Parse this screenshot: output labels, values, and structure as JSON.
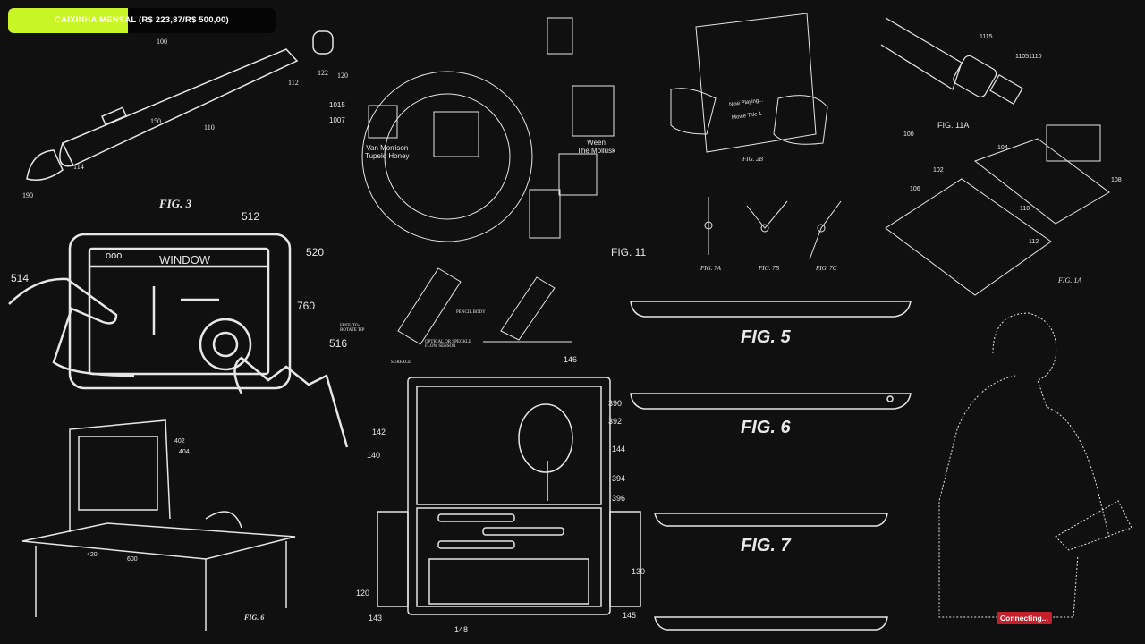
{
  "overlay": {
    "goal_label": "CAIXINHA MENSAL (R$ 223,87/R$ 500,00)",
    "goal_progress_percent": 44.8,
    "goal_fill_color": "#c8f526",
    "status_badge": "Connecting...",
    "status_color": "#c4202b"
  },
  "drawings": {
    "pencil": {
      "fig": "FIG. 3",
      "refs": [
        "100",
        "112",
        "122",
        "120",
        "150",
        "110",
        "114",
        "190"
      ]
    },
    "tablet_window": {
      "window_title": "WINDOW",
      "dots": "ooo",
      "refs": [
        "512",
        "520",
        "514",
        "760",
        "516"
      ]
    },
    "album_ring": {
      "fig": "FIG. 11",
      "refs": [
        "1015",
        "1007"
      ],
      "album_left": "Van Morrison\nTupelo Honey",
      "album_right": "Ween\nThe Mollusk"
    },
    "hands_tablet": {
      "fig": "FIG. 2B",
      "now_playing": "Now Playing...",
      "movie": "Movie Title 1"
    },
    "connector": {
      "fig": "FIG. 11A",
      "refs": [
        "1115",
        "1105",
        "1110"
      ]
    },
    "hinges": {
      "figs": [
        "FIG. 7A",
        "FIG. 7B",
        "FIG. 7C"
      ]
    },
    "smart_cover": {
      "fig": "FIG. 1A",
      "refs": [
        "100",
        "104",
        "102",
        "108",
        "106",
        "110",
        "112"
      ]
    },
    "pencil_sensor": {
      "labels": [
        "FREE-TO-ROTATE TIP",
        "PENCIL BODY",
        "OPTICAL OR SPECKLE FLOW SENSOR",
        "SURFACE"
      ]
    },
    "side_profiles": [
      "FIG. 5",
      "FIG. 6",
      "FIG. 7"
    ],
    "dual_screen": {
      "refs": [
        "146",
        "390",
        "392",
        "142",
        "144",
        "140",
        "394",
        "396",
        "130",
        "120",
        "143",
        "145",
        "148"
      ]
    },
    "desk_tablet": {
      "fig": "FIG. 6",
      "refs": [
        "402",
        "404",
        "420",
        "600"
      ]
    }
  }
}
